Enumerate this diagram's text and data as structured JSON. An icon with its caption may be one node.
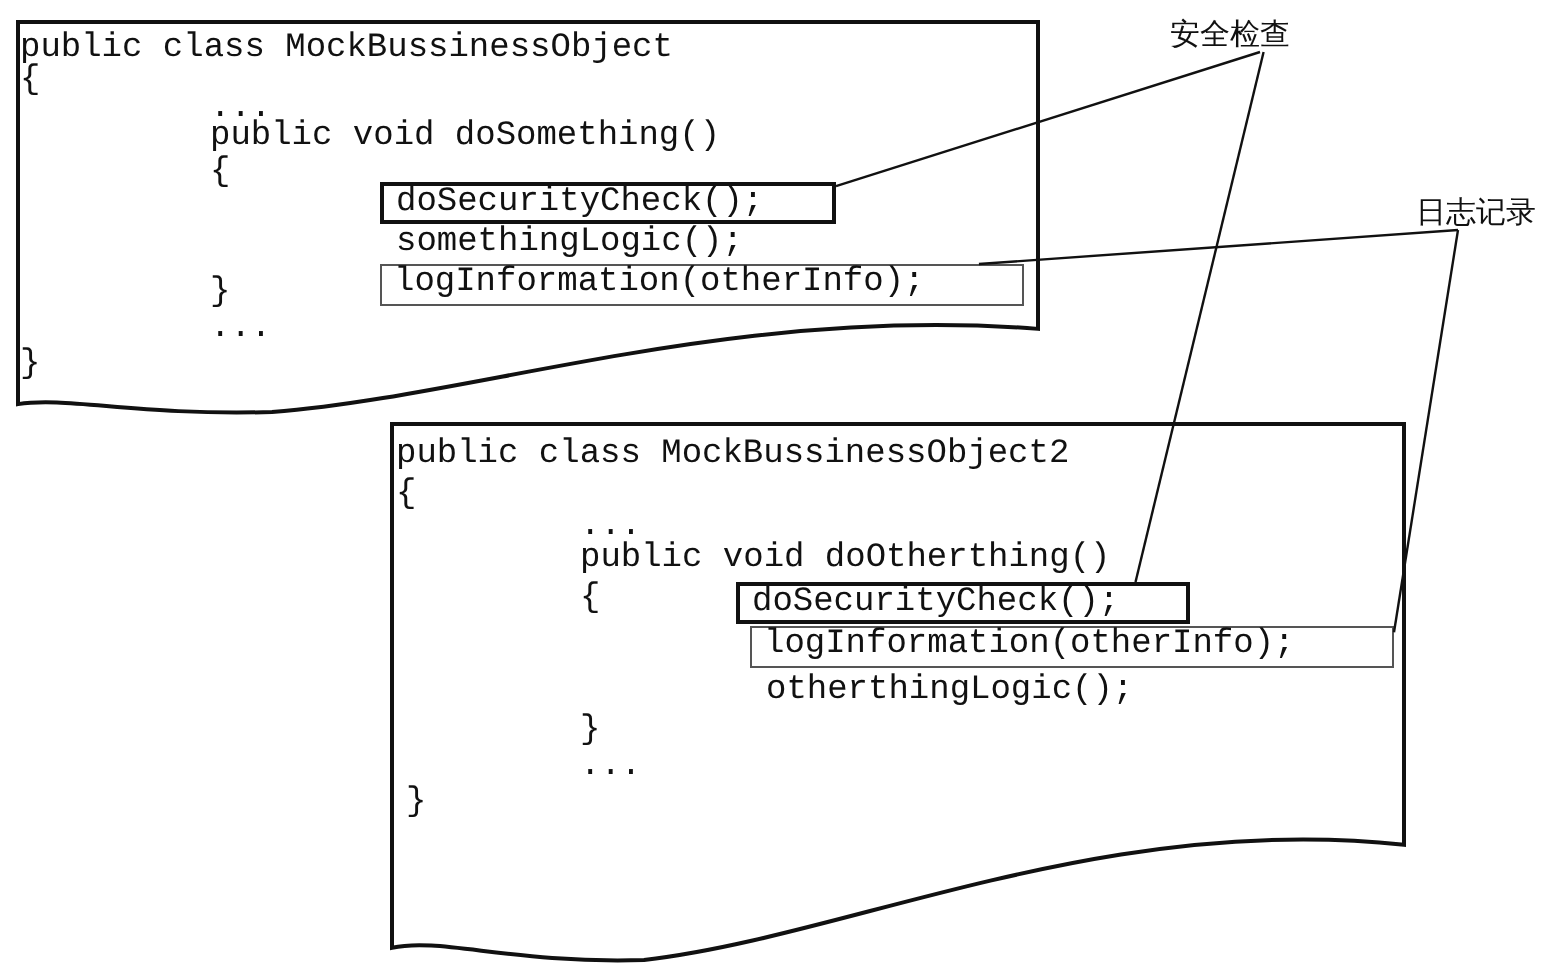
{
  "diagram": {
    "nodes": [
      {
        "text": [
          "public class MockBussinessObject",
          "{",
          "...",
          "public void doSomething()",
          "{",
          "somethingLogic();",
          "}",
          "...",
          "}"
        ]
      },
      {
        "text": [
          "doSecurityCheck();"
        ],
        "in": 0
      },
      {
        "text": [
          "logInformation(otherInfo);"
        ],
        "in": 0
      },
      {
        "text": [
          "public class MockBussinessObject2",
          "{",
          "...",
          "public void doOtherthing()",
          "{",
          "otherthingLogic();",
          "}",
          "...",
          "}"
        ]
      },
      {
        "text": [
          "doSecurityCheck();"
        ],
        "in": 3
      },
      {
        "text": [
          "logInformation(otherInfo);"
        ],
        "in": 3
      },
      {
        "text": [
          "安全检查"
        ]
      },
      {
        "text": [
          "日志记录"
        ]
      }
    ],
    "edges": [
      {
        "from": 6,
        "to": 1,
        "arrow": "none"
      },
      {
        "from": 6,
        "to": 4,
        "arrow": "none"
      },
      {
        "from": 7,
        "to": 2,
        "arrow": "none"
      },
      {
        "from": 7,
        "to": 5,
        "arrow": "none"
      }
    ]
  }
}
